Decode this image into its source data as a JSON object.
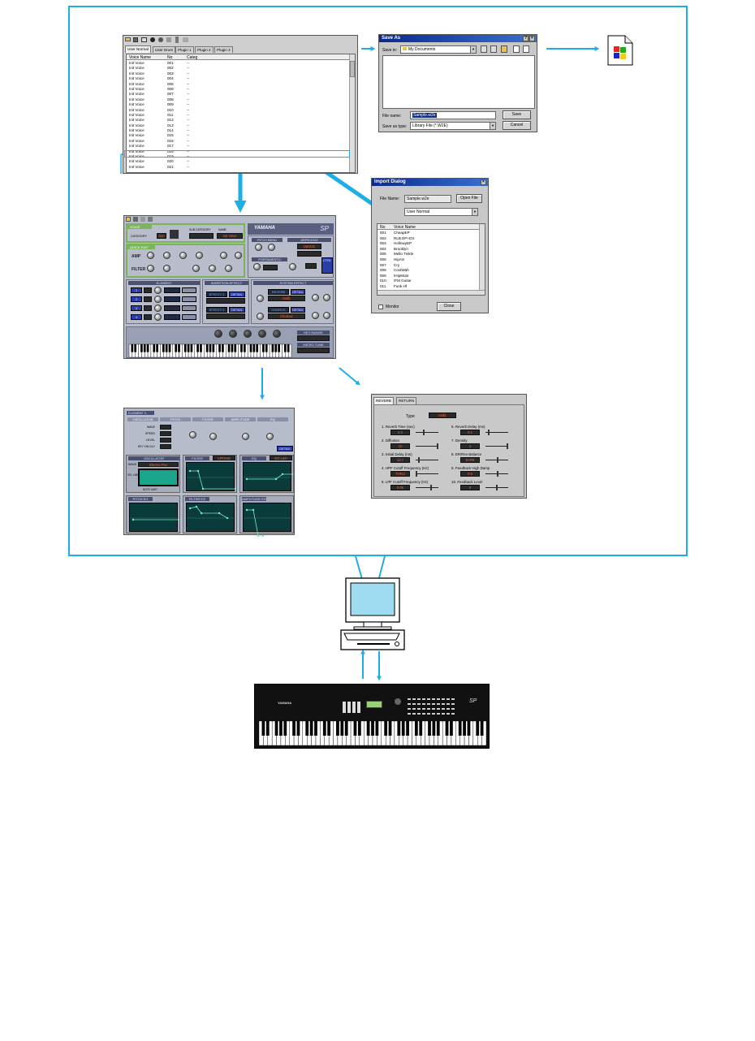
{
  "colors": {
    "arrow": "#1eaee6",
    "titlebar": "#0a2a8c",
    "panel": "#b8bccb",
    "led": "#ff6a3a"
  },
  "library": {
    "tabs": [
      "User Normal",
      "User Drum",
      "Plugin 1",
      "Plugin 2",
      "Plugin 3"
    ],
    "columns": [
      "Voice Name",
      "No",
      "Categ"
    ],
    "rows": [
      {
        "name": "Init Voice",
        "no": "001",
        "cat": "--"
      },
      {
        "name": "Init Voice",
        "no": "002",
        "cat": "--"
      },
      {
        "name": "Init Voice",
        "no": "003",
        "cat": "--"
      },
      {
        "name": "Init Voice",
        "no": "004",
        "cat": "--"
      },
      {
        "name": "Init Voice",
        "no": "005",
        "cat": "--"
      },
      {
        "name": "Init Voice",
        "no": "006",
        "cat": "--"
      },
      {
        "name": "Init Voice",
        "no": "007",
        "cat": "--"
      },
      {
        "name": "Init Voice",
        "no": "008",
        "cat": "--"
      },
      {
        "name": "Init Voice",
        "no": "009",
        "cat": "--"
      },
      {
        "name": "Init Voice",
        "no": "010",
        "cat": "--"
      },
      {
        "name": "Init Voice",
        "no": "011",
        "cat": "--"
      },
      {
        "name": "Init Voice",
        "no": "012",
        "cat": "--"
      },
      {
        "name": "Init Voice",
        "no": "013",
        "cat": "--"
      },
      {
        "name": "Init Voice",
        "no": "014",
        "cat": "--"
      },
      {
        "name": "Init Voice",
        "no": "015",
        "cat": "--"
      },
      {
        "name": "Init Voice",
        "no": "016",
        "cat": "--"
      },
      {
        "name": "Init Voice",
        "no": "017",
        "cat": "--"
      },
      {
        "name": "Init Voice",
        "no": "018",
        "cat": "--"
      },
      {
        "name": "Init Voice",
        "no": "019",
        "cat": "--"
      },
      {
        "name": "Init Voice",
        "no": "020",
        "cat": "--"
      },
      {
        "name": "Init Voice",
        "no": "021",
        "cat": "--"
      }
    ]
  },
  "save_as": {
    "title": "Save As",
    "save_in_label": "Save in:",
    "save_in_value": "My Documents",
    "file_name_label": "File name:",
    "file_name_value": "Sample.w2e",
    "save_type_label": "Save as type:",
    "save_type_value": "Library File (*.W2E)",
    "save_button": "Save",
    "cancel_button": "Cancel"
  },
  "import_dialog": {
    "title": "Import Dialog",
    "file_name_label": "File Name:",
    "file_name_value": "Sample.w2e",
    "open_button": "Open File",
    "bank_value": "User Normal",
    "columns": [
      "No",
      "Voice Name"
    ],
    "rows": [
      {
        "no": "001",
        "name": "CheapEP"
      },
      {
        "no": "002",
        "name": "RLB EP+DX"
      },
      {
        "no": "003",
        "name": "HollowyEP"
      },
      {
        "no": "004",
        "name": "Brooklyn"
      },
      {
        "no": "005",
        "name": "Mello Tinkle"
      },
      {
        "no": "006",
        "name": "HipAS"
      },
      {
        "no": "007",
        "name": "Cry"
      },
      {
        "no": "008",
        "name": "CoolWah"
      },
      {
        "no": "009",
        "name": "/HipMute"
      },
      {
        "no": "010",
        "name": "/FM Guitar"
      },
      {
        "no": "011",
        "name": "Funk Hf"
      }
    ],
    "monitor_label": "Monitor",
    "close_button": "Close"
  },
  "voice_editor": {
    "brand": "YAMAHA",
    "model": "SP",
    "sections": {
      "voice": "VOICE",
      "quick_edit": "QUICK EDIT",
      "pitch_bend": "PITCH BEND",
      "arpeggio": "ARPEGGIO",
      "portamento": "PORTAMENTO",
      "element": "ELEMENT",
      "insertion": "INSERTION EFFECT",
      "system": "SYSTEM EFFECT",
      "ctrl": "CTRL"
    },
    "labels": {
      "category": "CATEGORY",
      "sub_category": "SUB CATEGORY",
      "name": "NAME",
      "amp": "AMP",
      "filter": "FILTER",
      "reverb": "REVERB",
      "chorus": "CHORUS",
      "effect1": "EFFECT 1",
      "effect2": "EFFECT 2",
      "detail": "DETAIL",
      "key_range": "KEY RANGE",
      "micro_tune": "MICRO TUNE"
    },
    "values": {
      "category_value": "Syn",
      "name_value": "Init Voice",
      "arp_value": "UpOct1",
      "reverb_value": "Hall1",
      "chorus_value": "Chorus1",
      "element_nums": [
        "1",
        "2",
        "3",
        "4"
      ]
    }
  },
  "element_editor": {
    "title": "ELEMENT 1",
    "tabs": [
      "OSCILLATOR",
      "PITCH",
      "FILTER",
      "AMPLITUDE",
      "EQ"
    ],
    "row_labels": [
      "WAVE",
      "SPEED",
      "LEVEL",
      "KEY ON DLY"
    ],
    "panels": [
      "OSCILLATOR",
      "FILTER",
      "EQ",
      "PITCH EG",
      "FILTER EG",
      "AMPLITUDE EG"
    ],
    "wave_value": "Electro Pno",
    "filter_value": "LPF24D",
    "eq_value": "EQ L&H",
    "wave_label": "WAVE",
    "vel_limit": "VEL LIMIT",
    "note_limit": "NOTE LIMIT",
    "detail": "DETAIL"
  },
  "reverb_editor": {
    "tabs": [
      "REVERB",
      "RETURN"
    ],
    "type_label": "Type",
    "type_value": "Hall1",
    "params": [
      {
        "label": "1.   Reverb Time (sec)",
        "value": "2.2",
        "pos": 0.35
      },
      {
        "label": "6.   Reverb Delay (ms)",
        "value": "0.1",
        "pos": 0.1
      },
      {
        "label": "2.   Diffusion",
        "value": "10",
        "pos": 1.0
      },
      {
        "label": "7.   Density",
        "value": "4",
        "pos": 1.0
      },
      {
        "label": "3.   Initial Delay (ms)",
        "value": "12.7",
        "pos": 0.1
      },
      {
        "label": "8.   ER/Rev Balance",
        "value": "E<R8",
        "pos": 0.55
      },
      {
        "label": "4.   HPF Cutoff Frequency (Hz)",
        "value": "THRU",
        "pos": 0.0
      },
      {
        "label": "9.   Feedback High Damp",
        "value": "0.6",
        "pos": 0.55
      },
      {
        "label": "5.   LPF Cutoff Frequency (Hz)",
        "value": "8.0k",
        "pos": 0.7
      },
      {
        "label": "10.  Feedback Level",
        "value": "0",
        "pos": 0.5
      }
    ]
  },
  "keyboard": {
    "brand": "YAMAHA",
    "model": "SP"
  }
}
